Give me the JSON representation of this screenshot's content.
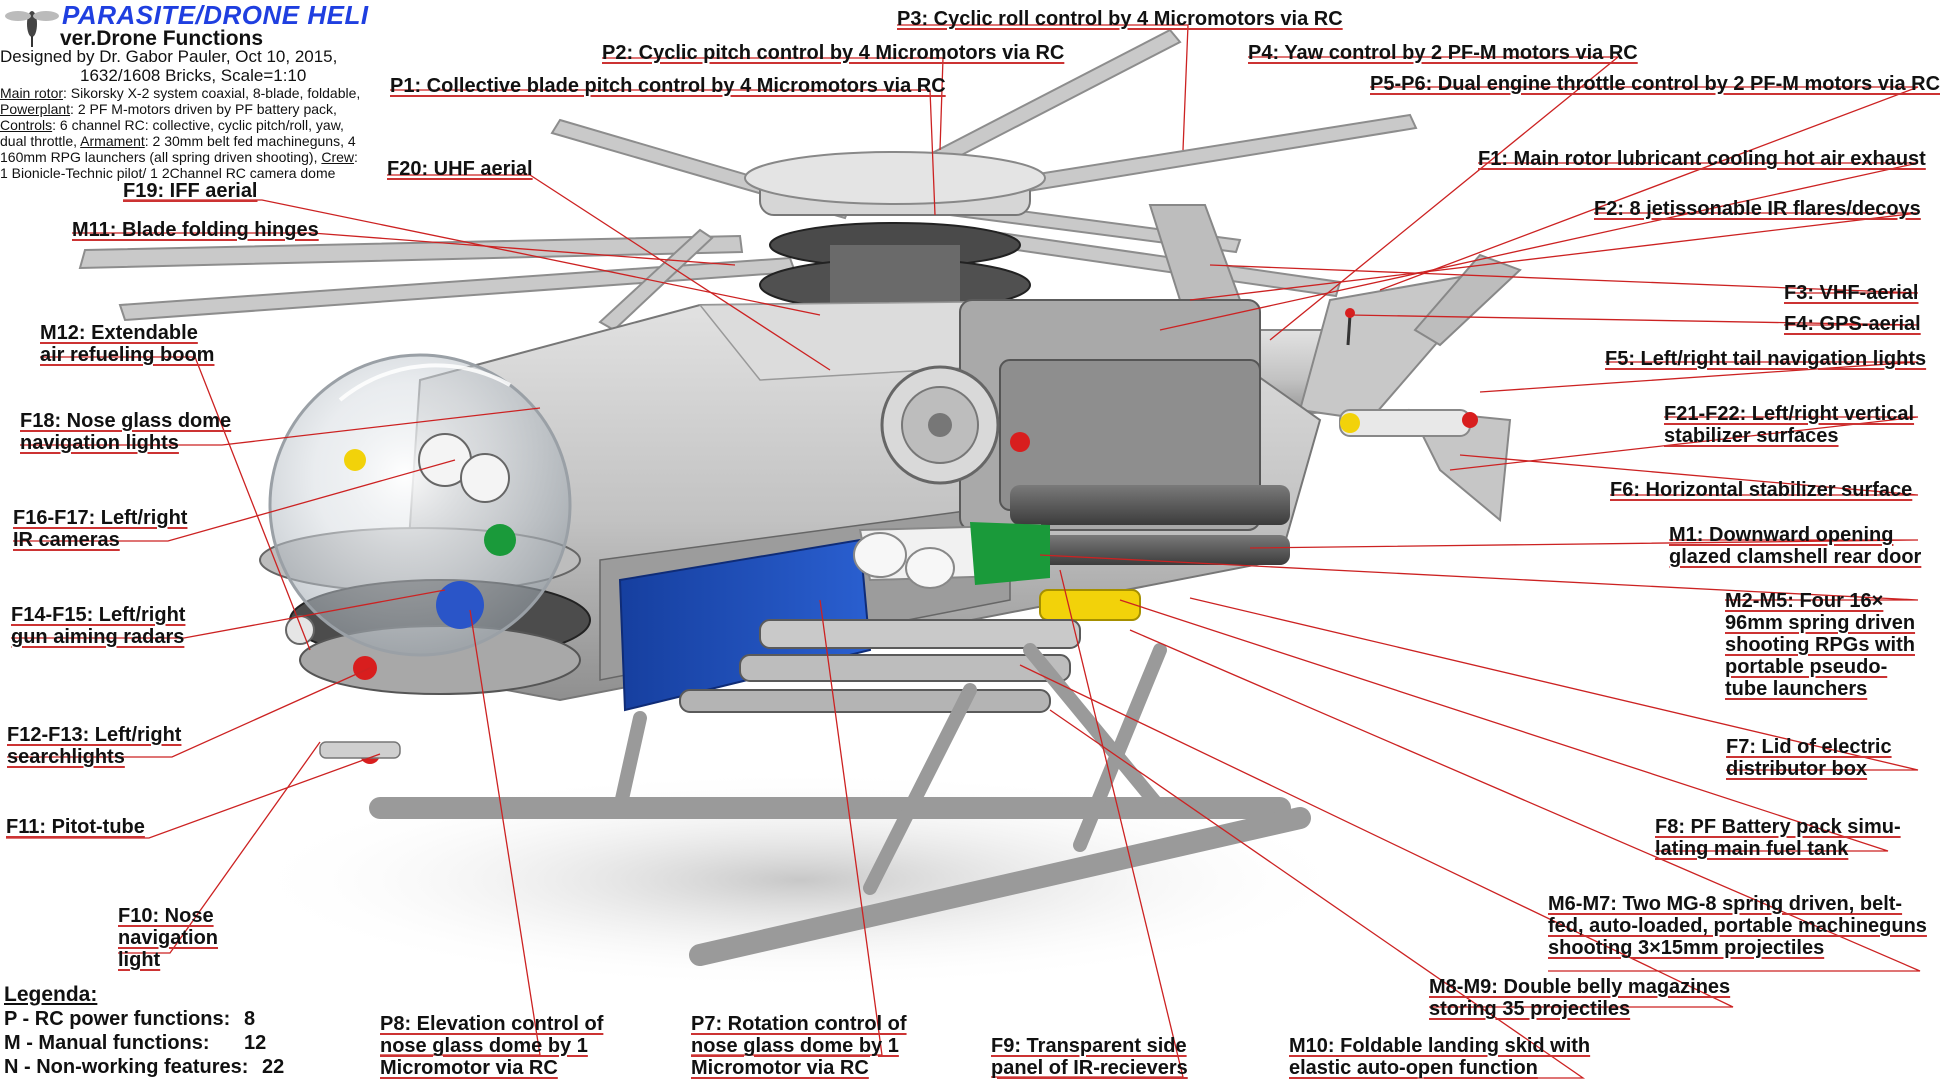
{
  "header": {
    "title": "PARASITE/DRONE HELI",
    "subtitle": "ver.Drone Functions",
    "designed_by": "Designed by Dr. Gabor Pauler, Oct 10, 2015,",
    "bricks": "1632/1608 Bricks, Scale=1:10",
    "specs": [
      {
        "key": "Main rotor",
        "text": ": Sikorsky X-2 system coaxial, 8-blade, foldable,"
      },
      {
        "key": "Powerplant",
        "text": ": 2 PF M-motors driven by PF battery pack,"
      },
      {
        "key": "Controls",
        "text": ": 6 channel RC: collective, cyclic pitch/roll, yaw,"
      },
      {
        "key": "",
        "text": "dual throttle, "
      },
      {
        "key": "",
        "text": "160mm RPG launchers (all spring driven shooting), "
      },
      {
        "key": "",
        "text": "1 Bionicle-Technic pilot/ 1 2Channel RC camera dome"
      }
    ],
    "armament_key": "Armament",
    "armament_text": ": 2 30mm belt fed machineguns, 4",
    "crew_key": "Crew",
    "crew_text": ":"
  },
  "legend": {
    "title": "Legenda:",
    "items": [
      {
        "label": "P - RC power functions:",
        "count": "8"
      },
      {
        "label": "M - Manual functions:",
        "count": "12"
      },
      {
        "label": "N - Non-working features:",
        "count": "22"
      }
    ]
  },
  "labels": [
    {
      "id": "p3",
      "lines": [
        "P3: Cyclic roll control by 4 Micromotors via RC"
      ]
    },
    {
      "id": "p2",
      "lines": [
        "P2: Cyclic pitch control by 4 Micromotors via RC"
      ]
    },
    {
      "id": "p4",
      "lines": [
        "P4: Yaw control by 2 PF-M motors via RC"
      ]
    },
    {
      "id": "p1",
      "lines": [
        "P1: Collective blade pitch control by 4 Micromotors via RC"
      ]
    },
    {
      "id": "p5p6",
      "lines": [
        "P5-P6: Dual engine throttle control by 2 PF-M motors via RC"
      ]
    },
    {
      "id": "f20",
      "lines": [
        "F20: UHF aerial"
      ]
    },
    {
      "id": "f1",
      "lines": [
        "F1: Main rotor lubricant cooling hot air exhaust"
      ]
    },
    {
      "id": "f19",
      "lines": [
        "F19: IFF aerial"
      ]
    },
    {
      "id": "m11",
      "lines": [
        "M11: Blade folding hinges"
      ]
    },
    {
      "id": "f2",
      "lines": [
        "F2: 8 jetissonable IR flares/decoys"
      ]
    },
    {
      "id": "f3",
      "lines": [
        "F3: VHF-aerial"
      ]
    },
    {
      "id": "m12",
      "lines": [
        "M12: Extendable",
        "air refueling boom"
      ]
    },
    {
      "id": "f4",
      "lines": [
        "F4: GPS-aerial"
      ]
    },
    {
      "id": "f5",
      "lines": [
        "F5: Left/right tail navigation lights"
      ]
    },
    {
      "id": "f18",
      "lines": [
        "F18: Nose glass dome",
        "navigation lights"
      ]
    },
    {
      "id": "f21f22",
      "lines": [
        "F21-F22: Left/right vertical",
        "stabilizer surfaces"
      ]
    },
    {
      "id": "f6",
      "lines": [
        "F6: Horizontal stabilizer surface"
      ]
    },
    {
      "id": "f16f17",
      "lines": [
        "F16-F17: Left/right",
        "IR cameras"
      ]
    },
    {
      "id": "m1",
      "lines": [
        "M1: Downward opening",
        "glazed clamshell rear door"
      ]
    },
    {
      "id": "f14f15",
      "lines": [
        "F14-F15: Left/right",
        "gun aiming radars"
      ]
    },
    {
      "id": "m2m5",
      "lines": [
        "M2-M5: Four 16×",
        "96mm spring driven",
        "shooting RPGs with",
        "portable pseudo-",
        "tube launchers"
      ]
    },
    {
      "id": "f12f13",
      "lines": [
        "F12-F13: Left/right",
        "searchlights"
      ]
    },
    {
      "id": "f7",
      "lines": [
        "F7: Lid of electric",
        "distributor box"
      ]
    },
    {
      "id": "f11",
      "lines": [
        "F11: Pitot-tube"
      ]
    },
    {
      "id": "f8",
      "lines": [
        "F8: PF Battery pack simu-",
        "lating main fuel tank"
      ]
    },
    {
      "id": "m6m7",
      "lines": [
        "M6-M7: Two MG-8 spring driven, belt-",
        "fed, auto-loaded, portable machineguns",
        "shooting 3×15mm projectiles"
      ]
    },
    {
      "id": "f10",
      "lines": [
        "F10: Nose",
        "navigation",
        "light"
      ]
    },
    {
      "id": "m8m9",
      "lines": [
        "M8-M9: Double belly magazines",
        "storing 35 projectiles"
      ]
    },
    {
      "id": "p8",
      "lines": [
        "P8: Elevation control of",
        "nose glass dome by 1",
        "Micromotor via RC"
      ]
    },
    {
      "id": "p7",
      "lines": [
        "P7: Rotation control of",
        "nose glass dome by 1",
        "Micromotor via RC"
      ]
    },
    {
      "id": "f9",
      "lines": [
        "F9: Transparent side",
        "panel of IR-recievers"
      ]
    },
    {
      "id": "m10",
      "lines": [
        "M10: Foldable landing skid with",
        "elastic auto-open function"
      ]
    }
  ],
  "colors": {
    "title": "#1f3fe0",
    "leader": "#cc2222",
    "body": "#c4c4c4",
    "window": "#1e4fb8",
    "accent_green": "#1a9a3a",
    "accent_yellow": "#f2d20a",
    "accent_red": "#d81e1e"
  }
}
